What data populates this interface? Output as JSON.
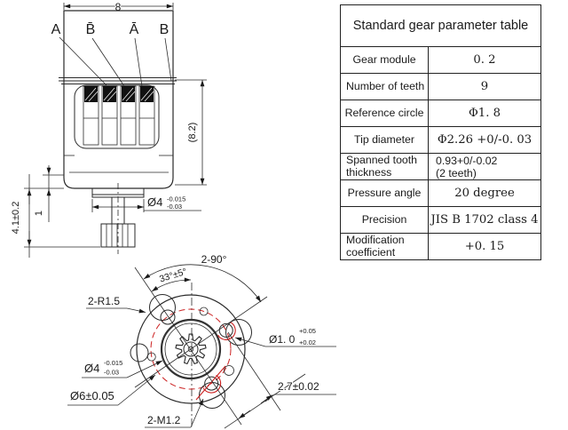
{
  "table": {
    "title": "Standard gear parameter table",
    "rows": [
      {
        "label": "Gear module",
        "value": "0. 2"
      },
      {
        "label": "Number of teeth",
        "value": "9"
      },
      {
        "label": "Reference circle",
        "value": "Φ1. 8"
      },
      {
        "label": "Tip diameter",
        "value": "Φ2.26 +0/-0. 03"
      },
      {
        "label": "Spanned tooth thickness",
        "value": "0.93+0/-0.02\n(2 teeth)"
      },
      {
        "label": "Pressure angle",
        "value": "20 degree"
      },
      {
        "label": "Precision",
        "value": "JIS B 1702 class 4"
      },
      {
        "label": "Modification coefficient",
        "value": "+0. 15"
      }
    ]
  },
  "front_view": {
    "width_dim": "8",
    "height_dim": "(8.2)",
    "shaft_dim": "4.1±0.2",
    "step_dim": "1",
    "boss_dia": "Ø4",
    "boss_tol_up": "-0.015",
    "boss_tol_low": "-0.03",
    "phases": [
      "A",
      "B̄",
      "Ā",
      "B"
    ]
  },
  "bottom_view": {
    "angle_pair": "2-90°",
    "angle_offset": "33°±5°",
    "fillet": "2-R1.5",
    "shaft_dia": "Ø4",
    "shaft_tol_up": "-0.015",
    "shaft_tol_low": "-0.03",
    "pitch_dia": "Ø6±0.05",
    "thread": "2-M1.2",
    "pin_dia": "Ø1. 0",
    "pin_tol_up": "+0.05",
    "pin_tol_low": "+0.02",
    "spacing": "2.7±0.02"
  }
}
